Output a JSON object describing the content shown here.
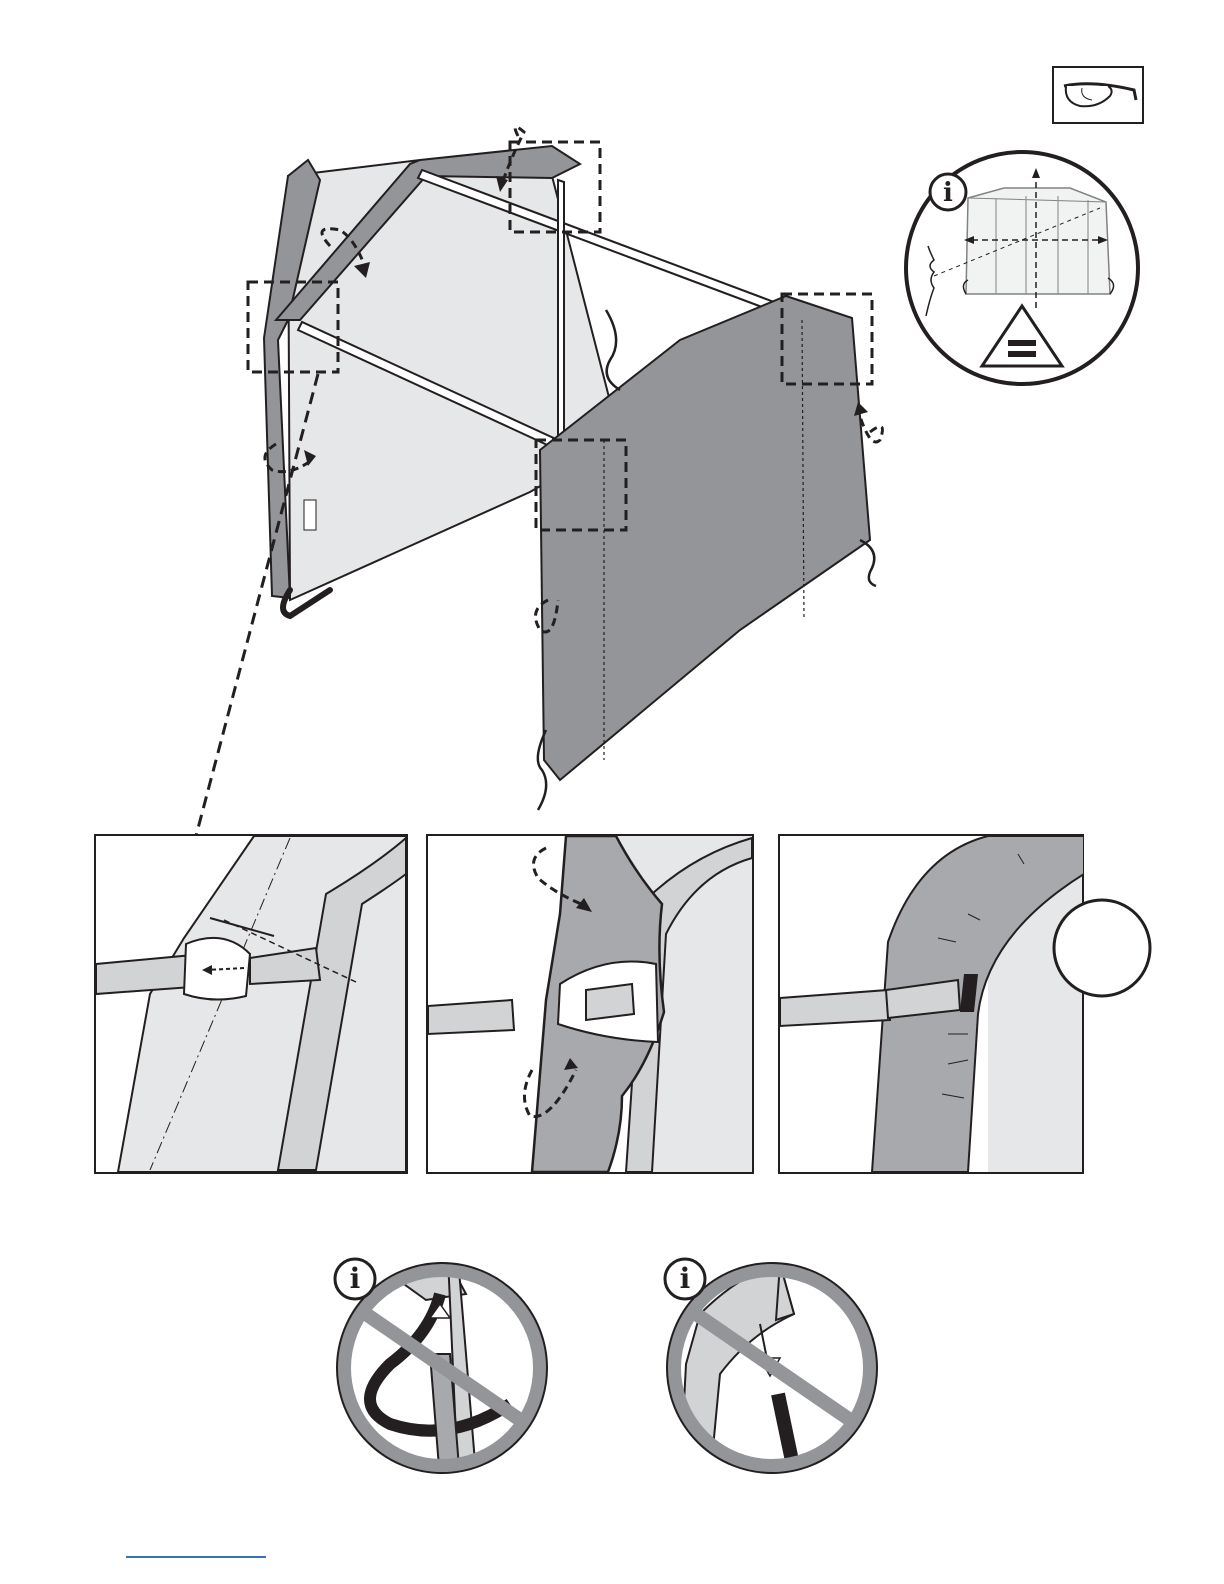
{
  "page": {
    "title": "",
    "type": "assembly instruction illustration"
  },
  "icons": {
    "safety": "safety-glasses-icon",
    "info": "info-icon",
    "equal": "equal-measure-icon",
    "prohibited": "prohibited-icon",
    "step_circle": "empty-step-circle"
  },
  "info_badges": {
    "main": "i",
    "wrong_1": "i",
    "wrong_2": "i"
  },
  "colors": {
    "cover_dark": "#939598",
    "cover_mid": "#a7a9ac",
    "cover_light": "#e6e7e8",
    "frame": "#d1d3d4",
    "outline": "#231f20",
    "background": "#ffffff"
  }
}
